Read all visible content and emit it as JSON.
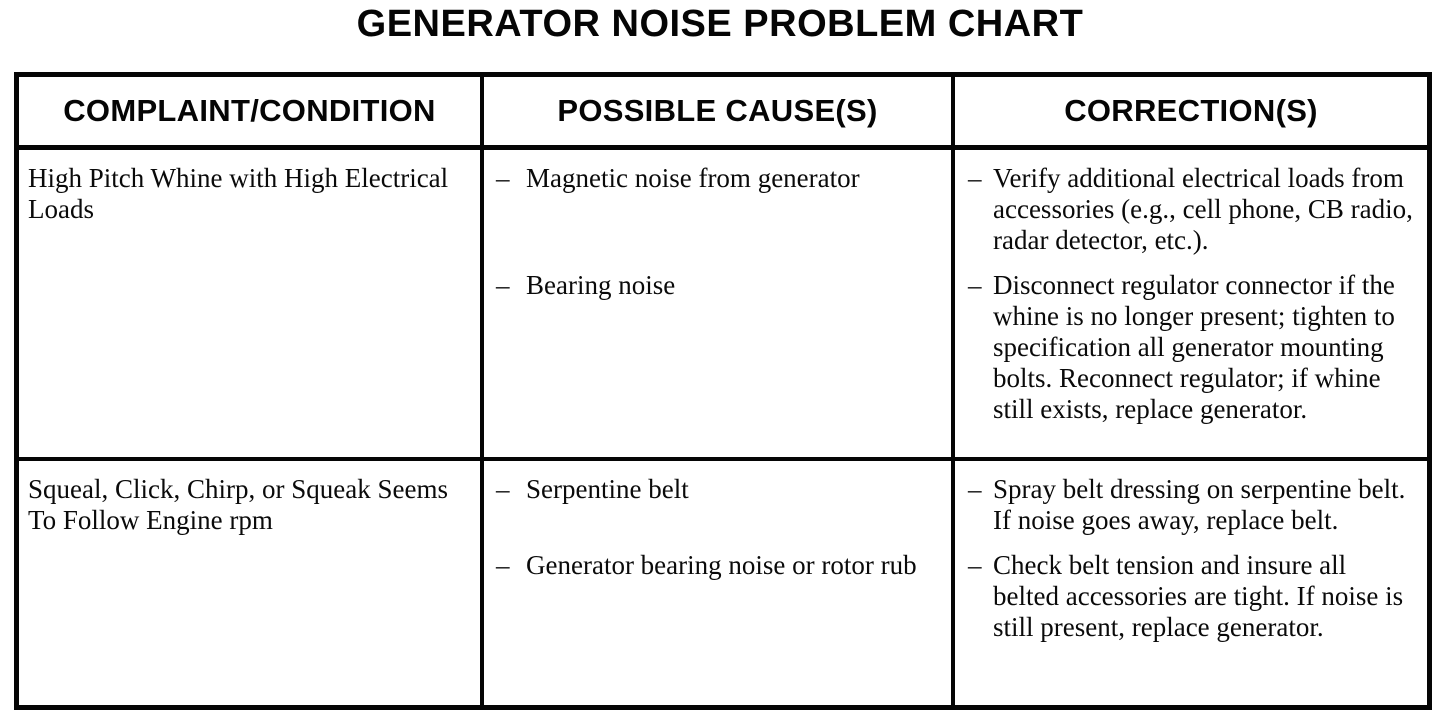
{
  "title": "GENERATOR NOISE PROBLEM CHART",
  "list_marker": "–",
  "table": {
    "headers": [
      "COMPLAINT/CONDITION",
      "POSSIBLE CAUSE(S)",
      "CORRECTION(S)"
    ],
    "rows": [
      {
        "complaint": "High Pitch Whine with High Electrical Loads",
        "pairs": [
          {
            "cause": "Magnetic noise from generator",
            "correction": "Verify additional electrical loads from accessories (e.g., cell phone, CB radio, radar detector, etc.)."
          },
          {
            "cause": "Bearing noise",
            "correction": "Disconnect regulator connector if the whine is no longer present; tighten to specification all generator mounting bolts. Reconnect regulator; if whine still exists, replace generator."
          }
        ]
      },
      {
        "complaint": "Squeal, Click, Chirp, or Squeak Seems To Follow Engine rpm",
        "pairs": [
          {
            "cause": "Serpentine belt",
            "correction": "Spray belt dressing on serpentine belt. If noise goes away, replace belt."
          },
          {
            "cause": "Generator bearing noise or rotor rub",
            "correction": "Check belt tension and insure all belted accessories are tight. If noise is still present, replace generator."
          }
        ]
      }
    ]
  }
}
